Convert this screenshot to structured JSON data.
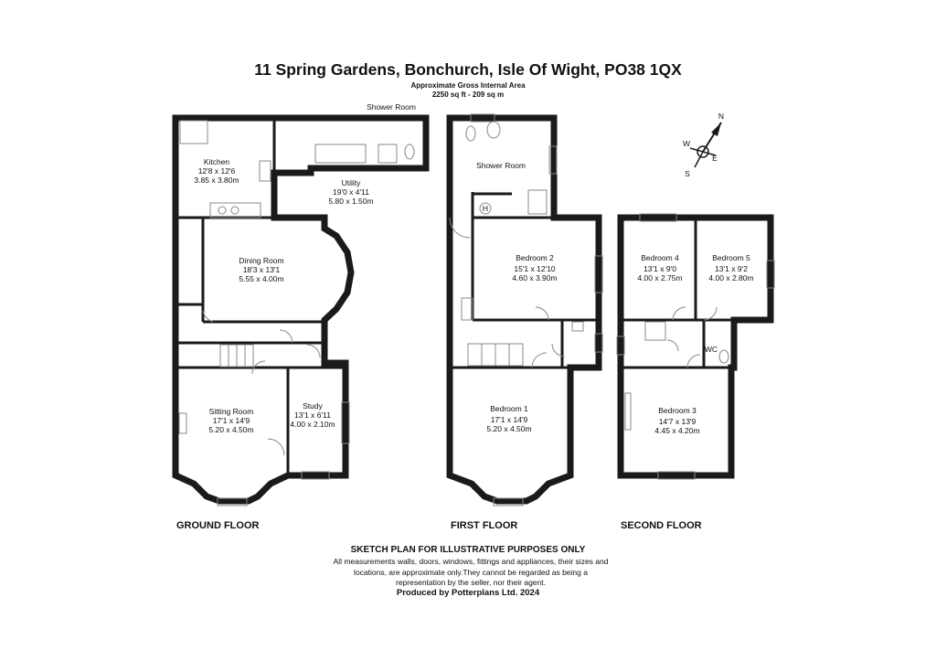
{
  "header": {
    "title": "11 Spring Gardens, Bonchurch, Isle Of Wight, PO38 1QX",
    "area_label": "Approximate Gross Internal Area",
    "area_value": "2250 sq ft - 209 sq m"
  },
  "floors": {
    "ground": {
      "label": "GROUND FLOOR",
      "kitchen": {
        "name": "Kitchen",
        "imperial": "12'8 x 12'6",
        "metric": "3.85 x 3.80m"
      },
      "utility": {
        "name": "Utility",
        "imperial": "19'0 x 4'11",
        "metric": "5.80 x 1.50m"
      },
      "shower_room": {
        "name": "Shower Room"
      },
      "dining": {
        "name": "Dining Room",
        "imperial": "18'3 x 13'1",
        "metric": "5.55 x 4.00m"
      },
      "sitting": {
        "name": "Sitting Room",
        "imperial": "17'1 x 14'9",
        "metric": "5.20 x 4.50m"
      },
      "study": {
        "name": "Study",
        "imperial": "13'1 x 6'11",
        "metric": "4.00 x 2.10m"
      }
    },
    "first": {
      "label": "FIRST FLOOR",
      "shower_room": {
        "name": "Shower Room"
      },
      "cylinder": "H",
      "bedroom2": {
        "name": "Bedroom 2",
        "imperial": "15'1 x 12'10",
        "metric": "4.60 x 3.90m"
      },
      "bedroom1": {
        "name": "Bedroom 1",
        "imperial": "17'1 x 14'9",
        "metric": "5.20 x 4.50m"
      }
    },
    "second": {
      "label": "SECOND FLOOR",
      "bedroom4": {
        "name": "Bedroom 4",
        "imperial": "13'1 x 9'0",
        "metric": "4.00 x 2.75m"
      },
      "bedroom5": {
        "name": "Bedroom 5",
        "imperial": "13'1 x 9'2",
        "metric": "4.00 x 2.80m"
      },
      "wc": "WC",
      "bedroom3": {
        "name": "Bedroom 3",
        "imperial": "14'7 x 13'9",
        "metric": "4.45 x 4.20m"
      }
    }
  },
  "compass": {
    "n": "N",
    "s": "S",
    "e": "E",
    "w": "W"
  },
  "footer": {
    "disclaimer_title": "SKETCH PLAN FOR ILLUSTRATIVE PURPOSES ONLY",
    "disclaimer_body": "All measurements walls, doors, windows, fittings and appliances, their sizes and locations, are approximate only.They cannot be regarded as being a representation by the seller, nor their agent.",
    "credit": "Produced by Potterplans Ltd. 2024"
  },
  "colors": {
    "wall": "#1a1a1a",
    "fixture": "#888888",
    "background": "#ffffff"
  }
}
